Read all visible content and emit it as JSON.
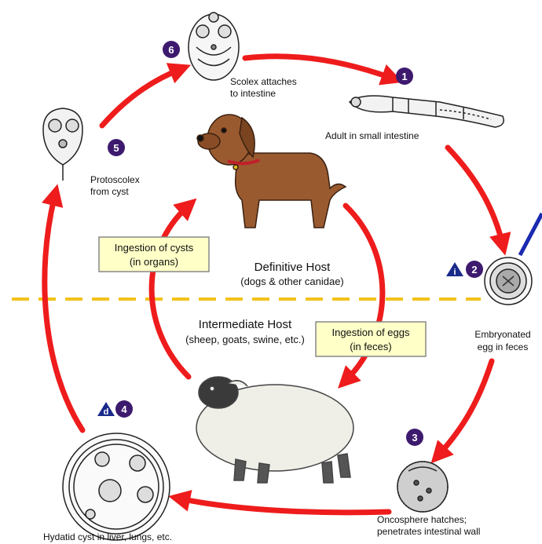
{
  "colors": {
    "arrow": "#ee1c1c",
    "number_circle": "#3d1a6e",
    "badge_triangle": "#1a2a8a",
    "divider": "#f2c21a",
    "box_fill": "#ffffc8",
    "dog": "#9a5a30",
    "sheep_wool": "#efefe8"
  },
  "stages": [
    {
      "number": "1",
      "label_lines": [
        "Adult in small intestine"
      ]
    },
    {
      "number": "2",
      "badge": "i",
      "label_lines": [
        "Embryonated",
        "egg in feces"
      ]
    },
    {
      "number": "3",
      "label_lines": [
        "Oncosphere hatches;",
        "penetrates intestinal wall"
      ]
    },
    {
      "number": "4",
      "badge": "d",
      "label_lines": [
        "Hydatid cyst in liver, lungs, etc."
      ]
    },
    {
      "number": "5",
      "label_lines": [
        "Protoscolex",
        "from cyst"
      ]
    },
    {
      "number": "6",
      "label_lines": [
        "Scolex attaches",
        "to intestine"
      ]
    }
  ],
  "hosts": {
    "definitive": {
      "title": "Definitive Host",
      "subtitle": "(dogs & other canidae)"
    },
    "intermediate": {
      "title": "Intermediate Host",
      "subtitle": "(sheep, goats, swine, etc.)"
    }
  },
  "boxes": {
    "cysts": [
      "Ingestion of cysts",
      "(in organs)"
    ],
    "eggs": [
      "Ingestion of eggs",
      "(in feces)"
    ]
  },
  "icons": [
    "scolex-icon",
    "adult-worm-icon",
    "egg-icon",
    "oncosphere-icon",
    "hydatid-cyst-icon",
    "protoscolex-icon",
    "dog-icon",
    "sheep-icon"
  ]
}
